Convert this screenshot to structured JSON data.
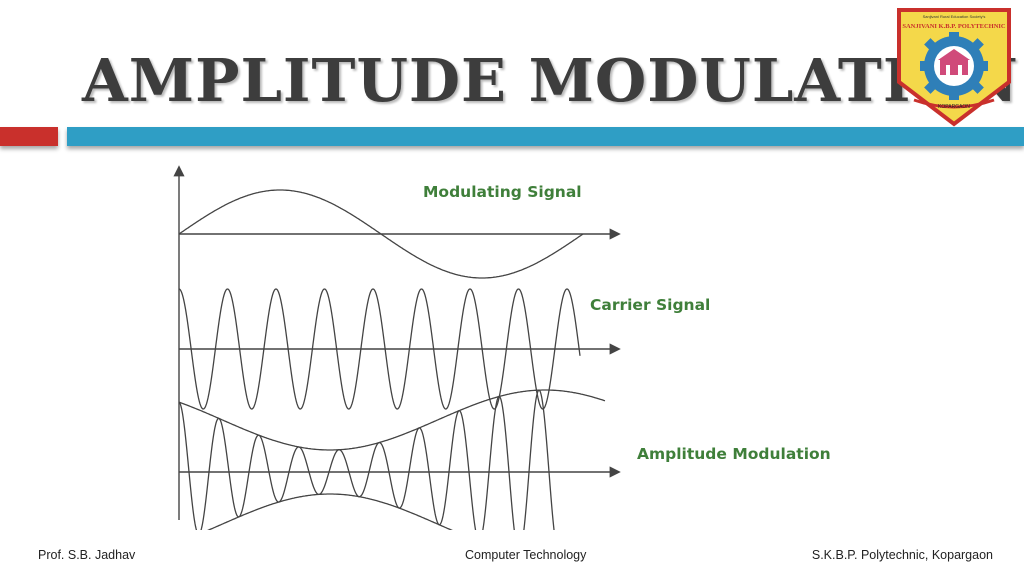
{
  "slide": {
    "title": "AMPLITUDE MODULATION"
  },
  "colors": {
    "title": "#3d3d3d",
    "accent_red": "#c9302c",
    "accent_blue": "#2f9ec5",
    "label_green": "#3f7f3a",
    "wave": "#444444"
  },
  "logo": {
    "name": "SANJIVANI K.B.P. POLYTECHNIC",
    "top_text": "Sanjivani Rural Education Society's",
    "location": "KOPARGAON",
    "icon": "gear-building-logo-icon"
  },
  "diagram": {
    "labels": {
      "modulating": "Modulating Signal",
      "carrier": "Carrier Signal",
      "am": "Amplitude Modulation"
    }
  },
  "footer": {
    "left": "Prof. S.B. Jadhav",
    "center": "Computer Technology",
    "right": "S.K.B.P. Polytechnic, Kopargaon"
  }
}
